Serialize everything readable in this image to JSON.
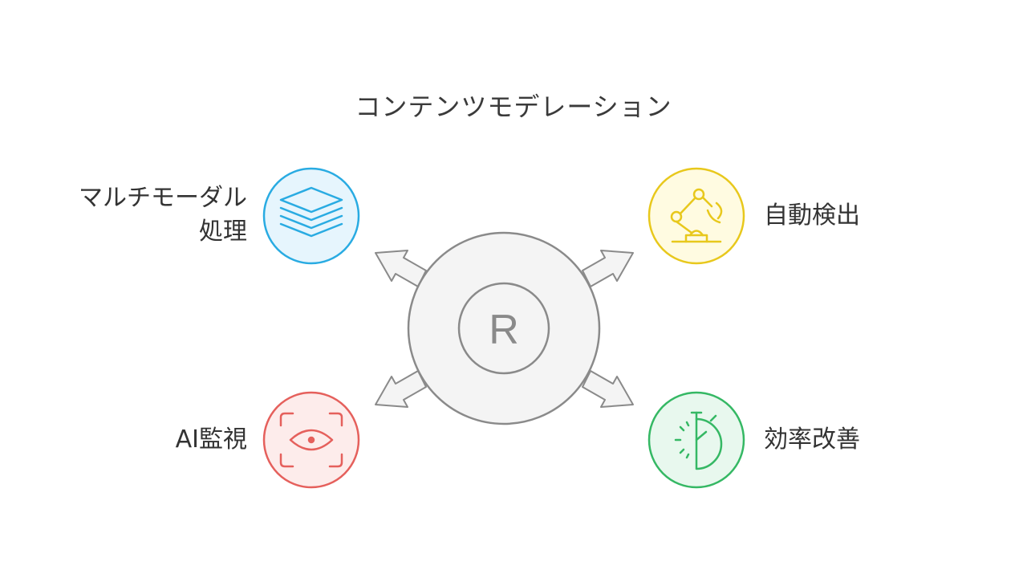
{
  "title": "コンテンツモデレーション",
  "center": {
    "letter": "R"
  },
  "items": [
    {
      "id": "multimodal",
      "lines": [
        "マルチモーダル",
        "処理"
      ],
      "icon": "layers-icon",
      "color": "#29abe2"
    },
    {
      "id": "auto-detect",
      "lines": [
        "自動検出"
      ],
      "icon": "robot-arm-icon",
      "color": "#e8c81c"
    },
    {
      "id": "ai-monitor",
      "lines": [
        "AI監視"
      ],
      "icon": "eye-scan-icon",
      "color": "#e5605c"
    },
    {
      "id": "efficiency",
      "lines": [
        "効率改善"
      ],
      "icon": "stopwatch-icon",
      "color": "#35b864"
    }
  ],
  "colors": {
    "hub_fill": "#f4f4f4",
    "hub_stroke": "#8a8a8a",
    "text": "#333333"
  }
}
